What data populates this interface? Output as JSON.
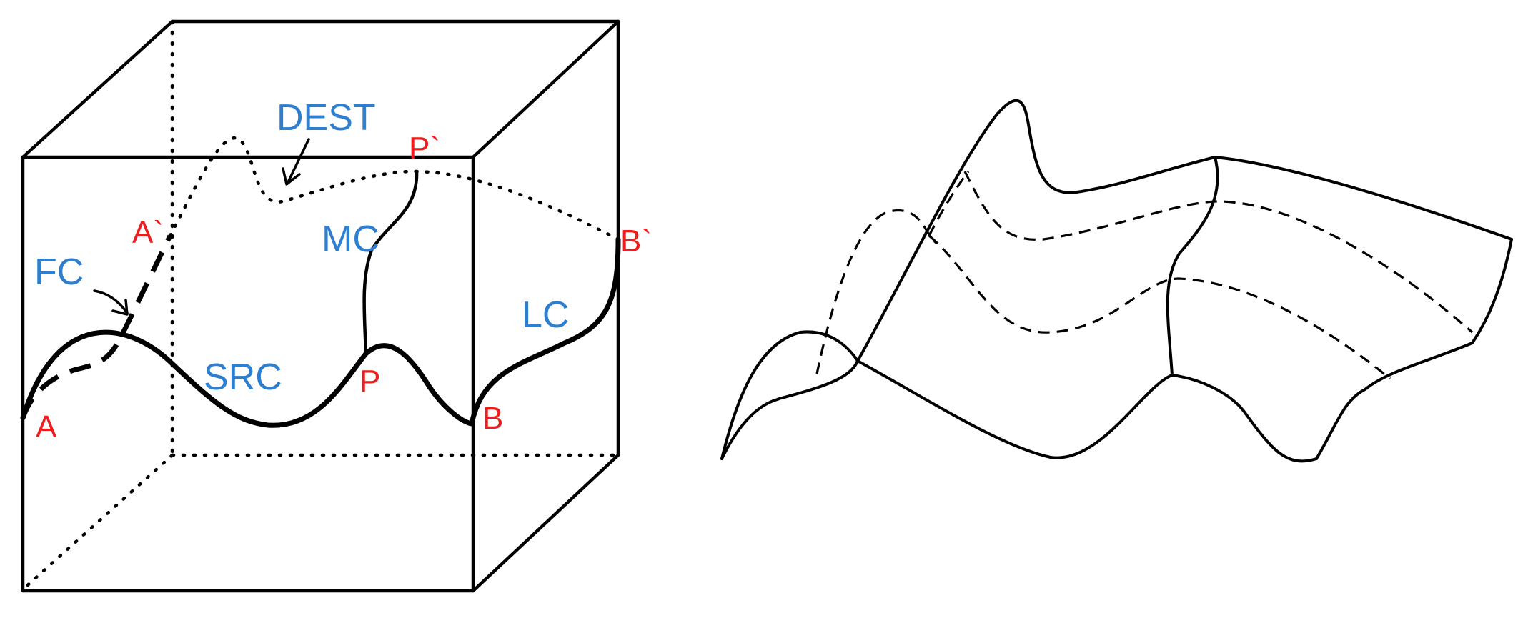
{
  "left_diagram": {
    "labels": {
      "dest": "DEST",
      "mc": "MC",
      "fc": "FC",
      "lc": "LC",
      "src": "SRC"
    },
    "points": {
      "a": "A",
      "a_prime": "A`",
      "p": "P",
      "p_prime": "P`",
      "b": "B",
      "b_prime": "B`"
    },
    "colors": {
      "curve_label": "#2f7fd1",
      "point_label": "#ee1c1c",
      "line": "#000000"
    }
  }
}
